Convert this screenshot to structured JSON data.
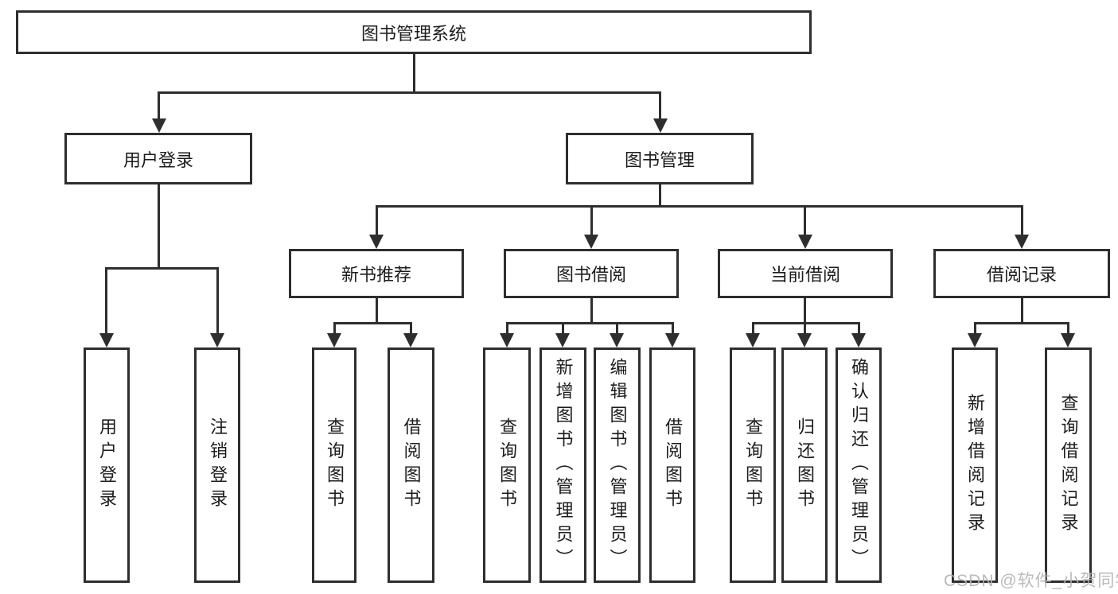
{
  "nodes": {
    "root": "图书管理系统",
    "user_login": "用户登录",
    "book_mgmt": "图书管理",
    "new_book_rec": "新书推荐",
    "book_borrow": "图书借阅",
    "current_borrow": "当前借阅",
    "borrow_record": "借阅记录",
    "leaf_user_login": "用户登录",
    "leaf_logout": "注销登录",
    "leaf_query_book_rec": "查询图书",
    "leaf_borrow_book_rec": "借阅图书",
    "leaf_query_book_borrow": "查询图书",
    "leaf_add_book_admin": "新增图书（管理员）",
    "leaf_edit_book_admin": "编辑图书（管理员）",
    "leaf_borrow_book_borrow": "借阅图书",
    "leaf_query_book_current": "查询图书",
    "leaf_return_book": "归还图书",
    "leaf_confirm_return_admin": "确认归还（管理员）",
    "leaf_add_borrow_record": "新增借阅记录",
    "leaf_query_borrow_record": "查询借阅记录"
  },
  "watermark": "CSDN @软件_小贺同学",
  "colors": {
    "line": "#2e2e2e",
    "text": "#1c1c1c",
    "watermark": "#b3b3b3",
    "background": "#ffffff"
  }
}
